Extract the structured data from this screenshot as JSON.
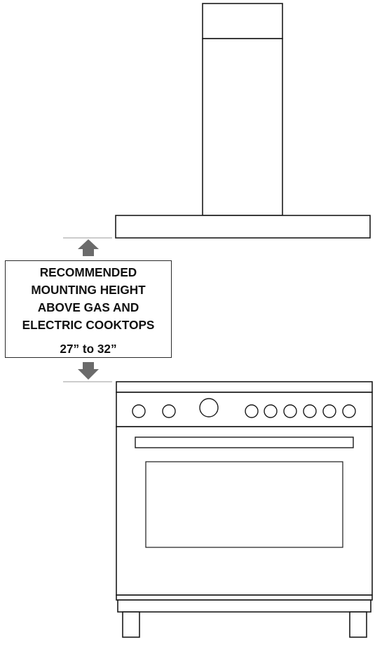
{
  "label": {
    "lines": [
      "RECOMMENDED",
      "MOUNTING HEIGHT",
      "ABOVE GAS AND",
      "ELECTRIC COOKTOPS"
    ],
    "range": "27” to 32”"
  },
  "colors": {
    "line": "#1a1a1a",
    "arrow": "#6b6b6b",
    "guide": "#9a9a9a",
    "background": "#ffffff"
  },
  "icons": {
    "up": "arrow-up-icon",
    "down": "arrow-down-icon"
  }
}
